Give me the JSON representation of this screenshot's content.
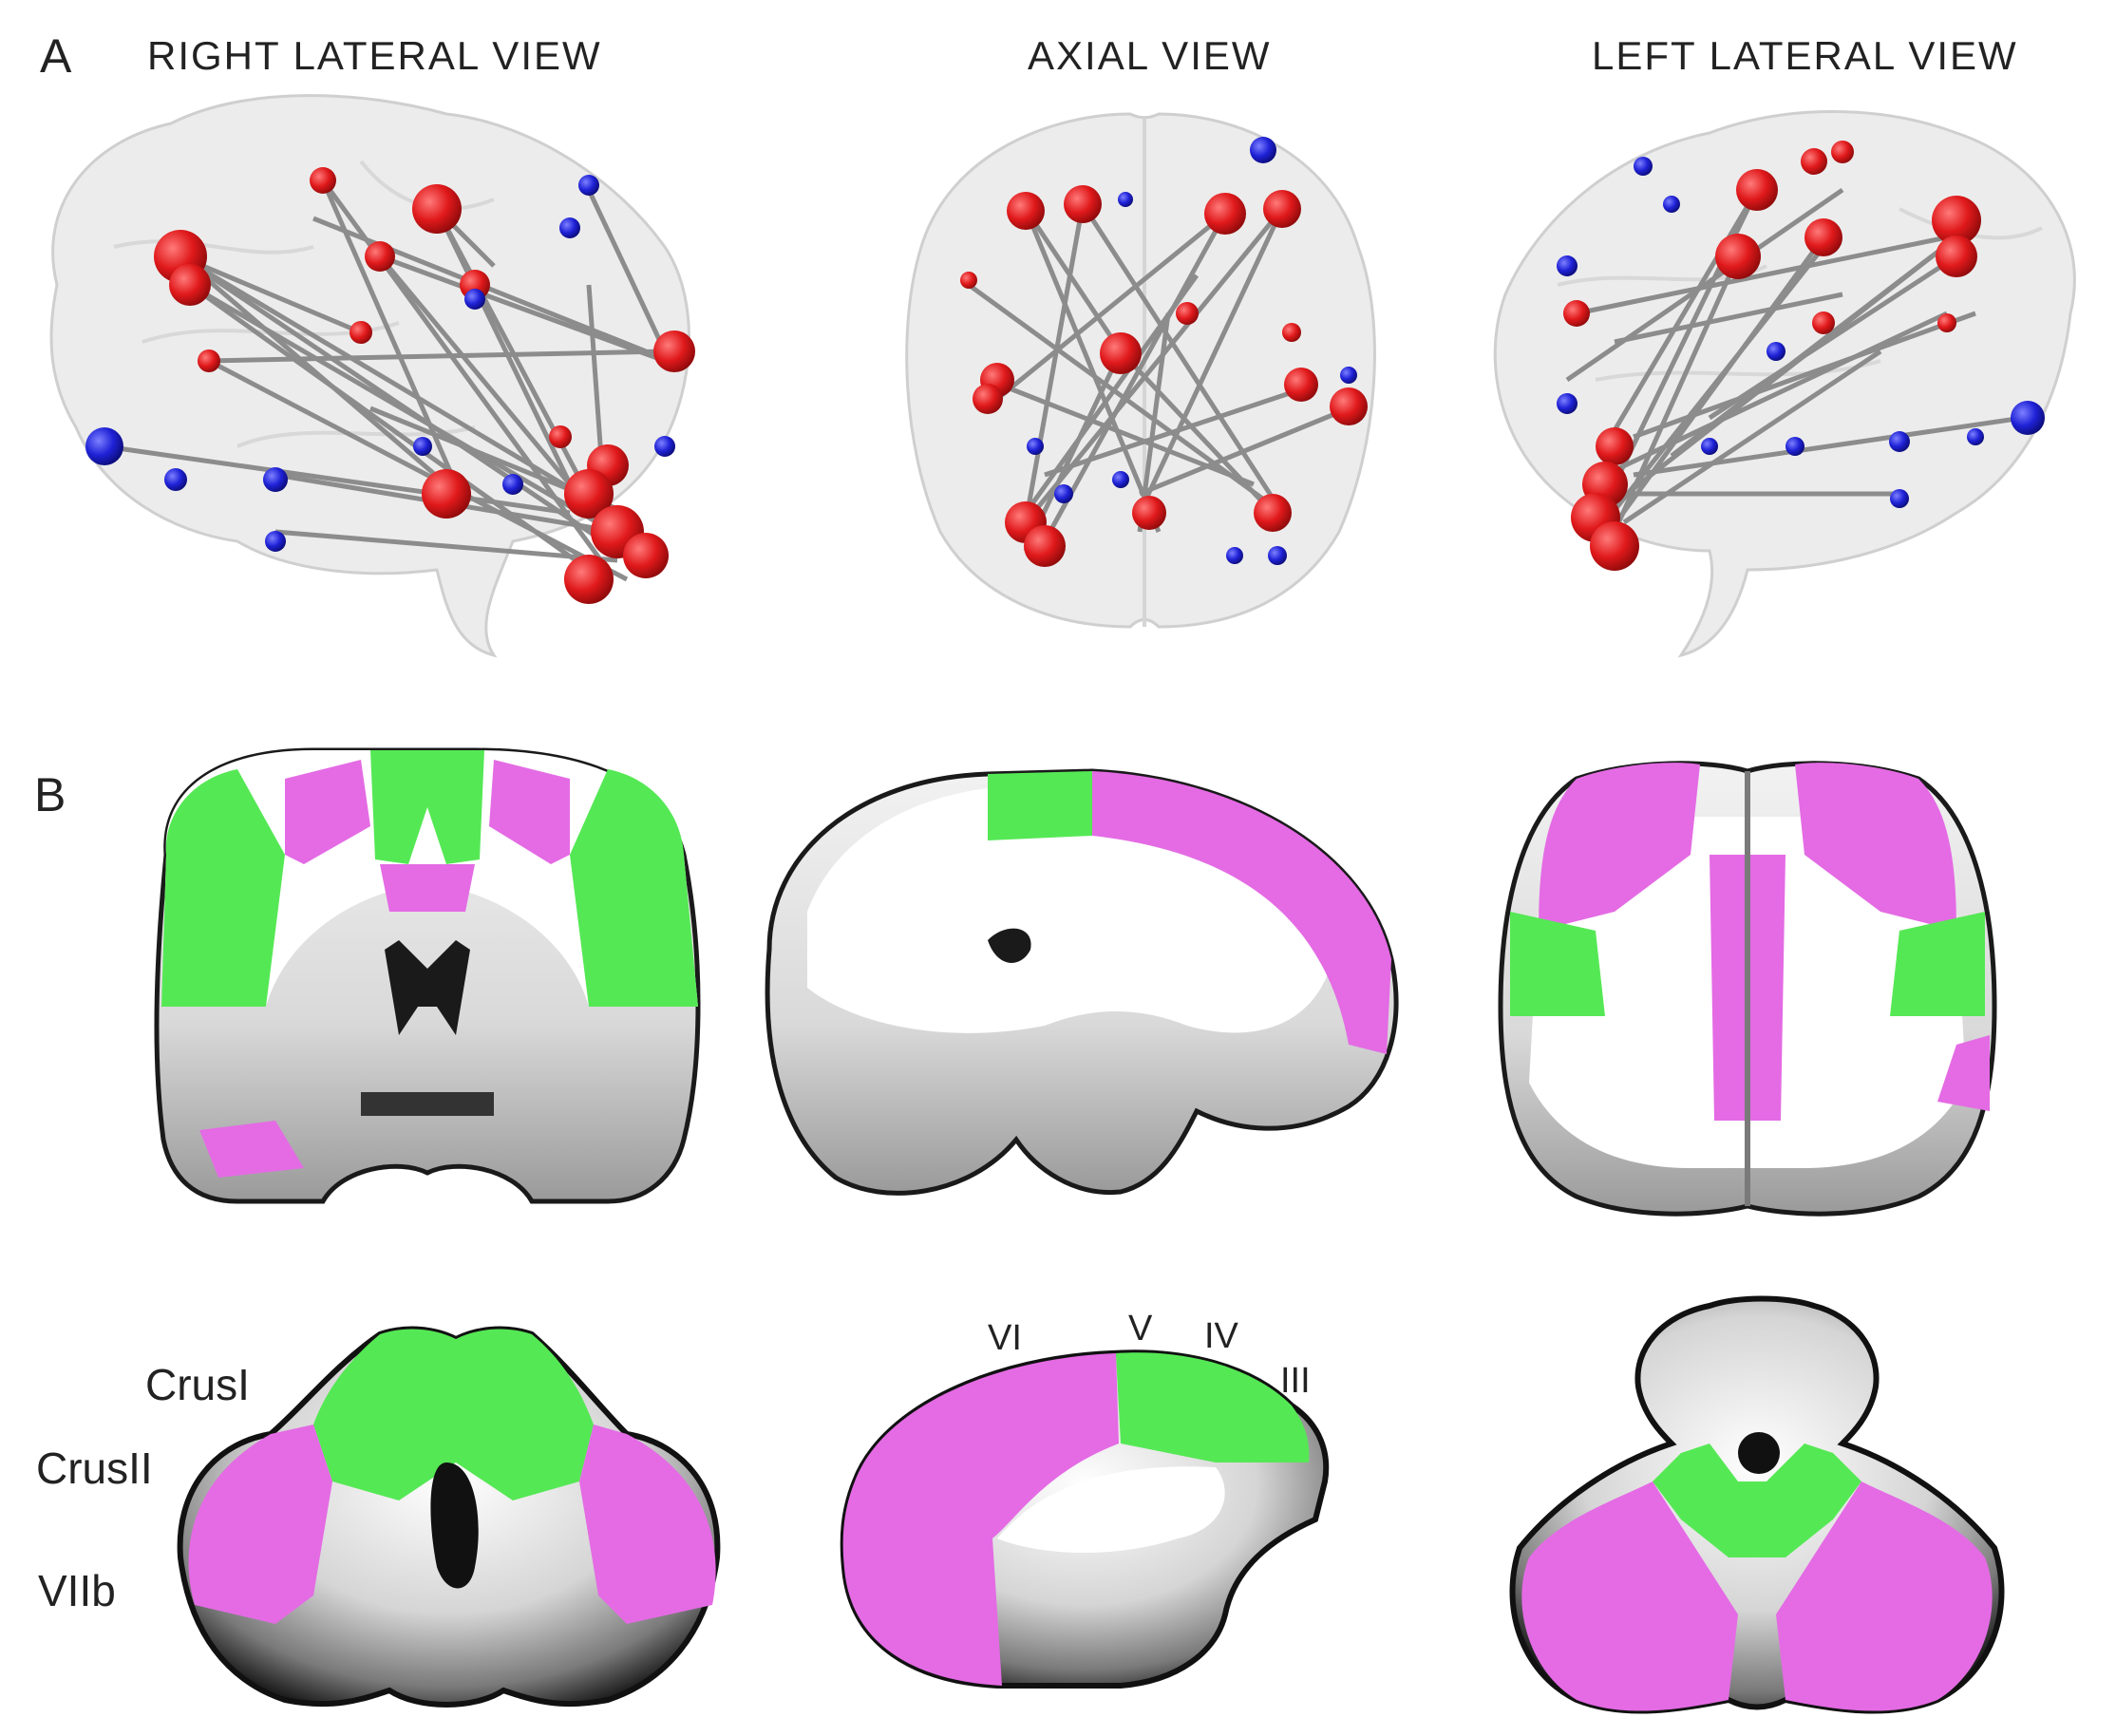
{
  "panel_a": {
    "letter": "A",
    "views": {
      "right_lateral": "RIGHT LATERAL VIEW",
      "axial": "AXIAL VIEW",
      "left_lateral": "LEFT LATERAL VIEW"
    }
  },
  "panel_b": {
    "letter": "B",
    "lobule_labels": {
      "crus1": "CrusI",
      "crus2": "CrusII",
      "viib": "VIIb",
      "vi": "VI",
      "v": "V",
      "iv": "IV",
      "iii": "III"
    }
  },
  "colors": {
    "node_large": "#e0191b",
    "node_small": "#1f22d6",
    "edge": "#8c8c8c",
    "brain_glass": "#e6e6e6",
    "network_green": "#55e855",
    "network_magenta": "#e46be4"
  }
}
